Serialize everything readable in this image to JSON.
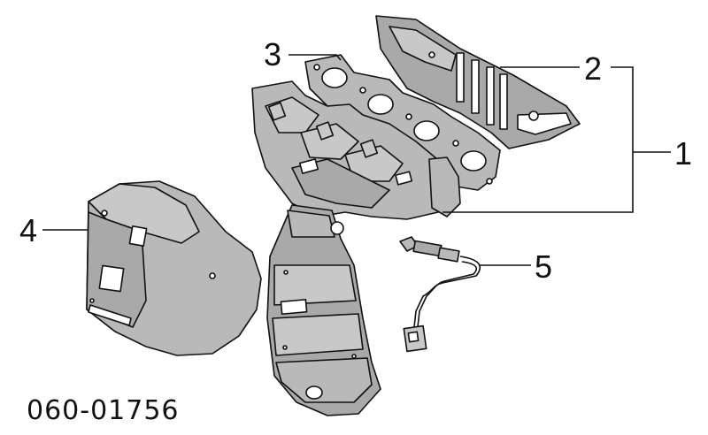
{
  "callouts": [
    {
      "id": "1",
      "label": "1"
    },
    {
      "id": "2",
      "label": "2"
    },
    {
      "id": "3",
      "label": "3"
    },
    {
      "id": "4",
      "label": "4"
    },
    {
      "id": "5",
      "label": "5"
    }
  ],
  "diagram_code": "060-01756",
  "colors": {
    "line": "#111111",
    "shade": "#b9b9b9",
    "background": "#ffffff"
  }
}
